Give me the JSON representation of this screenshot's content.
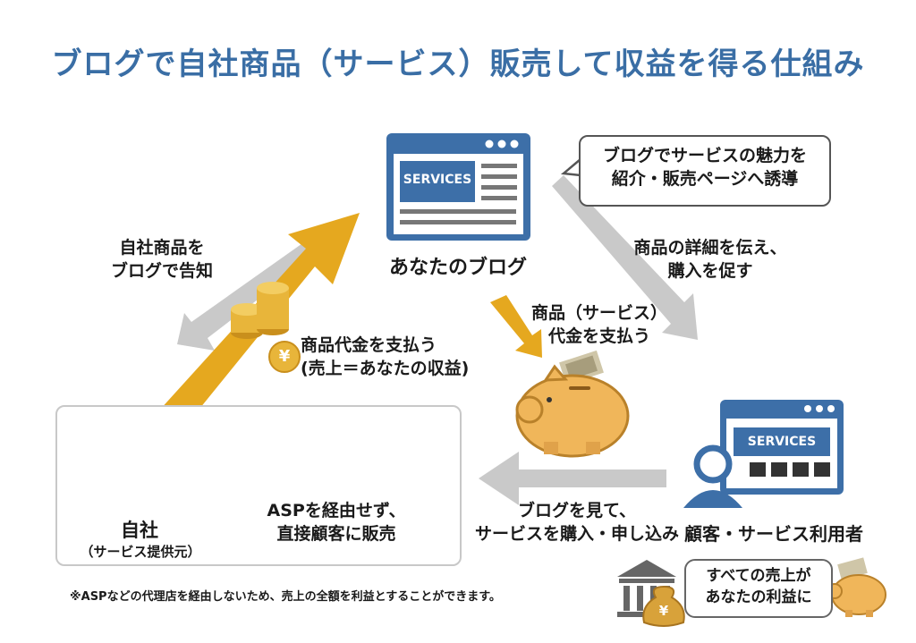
{
  "title": "ブログで自社商品（サービス）販売して収益を得る仕組み",
  "blog": {
    "screen_text": "SERVICES",
    "label": "あなたのブログ"
  },
  "bubble": {
    "line1": "ブログでサービスの魅力を",
    "line2": "紹介・販売ページへ誘導"
  },
  "flows": {
    "announce": {
      "line1": "自社商品を",
      "line2": "ブログで告知"
    },
    "detail": {
      "line1": "商品の詳細を伝え、",
      "line2": "購入を促す"
    },
    "pay_company": {
      "line1": "商品代金を支払う",
      "line2": "(売上＝あなたの収益)",
      "coin_symbol": "¥"
    },
    "pay_product": {
      "line1": "商品（サービス）",
      "line2": "代金を支払う"
    },
    "direct": {
      "line1": "ASPを経由せず、",
      "line2": "直接顧客に販売"
    },
    "customer_action": {
      "line1": "ブログを見て、",
      "line2": "サービスを購入・申し込み"
    }
  },
  "company": {
    "label": "自社",
    "sublabel": "（サービス提供元）"
  },
  "customer": {
    "screen_text": "SERVICES",
    "label": "顧客・サービス利用者"
  },
  "coins": {
    "symbol": "¥"
  },
  "profit": {
    "line1": "すべての売上が",
    "line2": "あなたの利益に",
    "bag_symbol": "¥"
  },
  "note": "※ASPなどの代理店を経由しないため、売上の全額を利益とすることができます。",
  "colors": {
    "title": "#3a6ea5",
    "gold_arrow": "#e5a81f",
    "gray_arrow": "#c9c9c9",
    "screen_blue": "#3d6fa8",
    "coin": "#e8b53a",
    "piggy": "#f0b65a"
  },
  "icons": [
    "blog-window-icon",
    "building-icon",
    "person-icon",
    "piggy-bank-icon",
    "coin-icon",
    "bank-icon",
    "money-bag-icon"
  ]
}
